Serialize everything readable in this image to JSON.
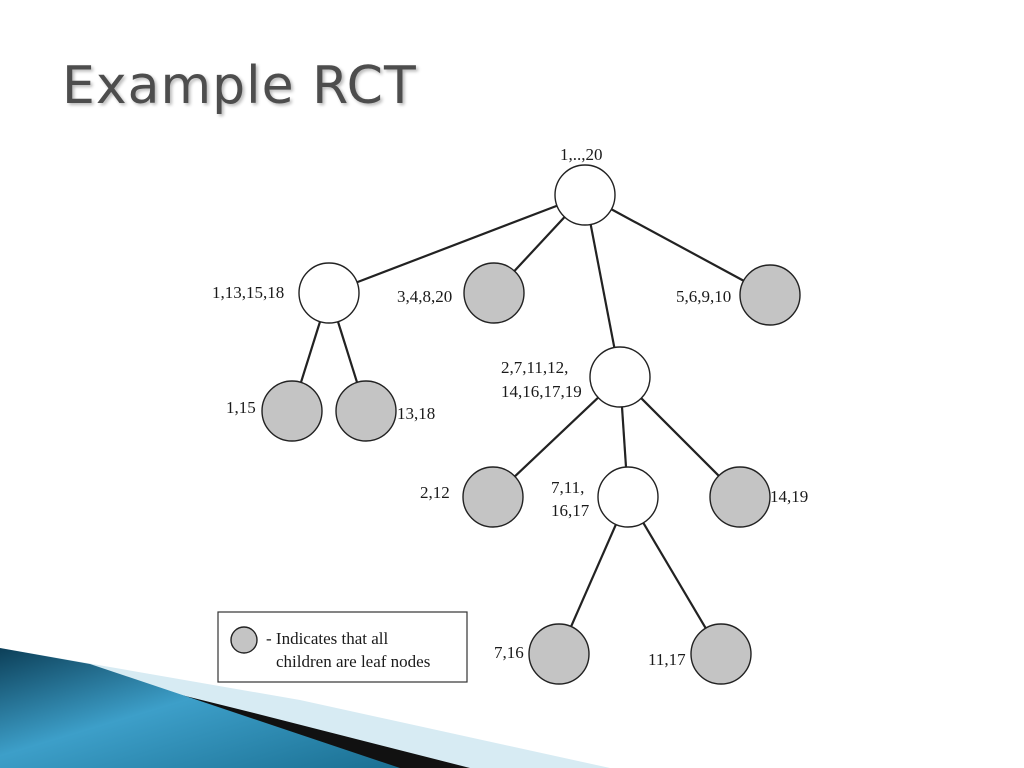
{
  "slide": {
    "title": "Example RCT"
  },
  "tree": {
    "nodes": [
      {
        "id": "root",
        "label": "1,..,20",
        "type": "internal"
      },
      {
        "id": "n1",
        "label": "1,13,15,18",
        "type": "internal"
      },
      {
        "id": "n2",
        "label": "3,4,8,20",
        "type": "leaf-children"
      },
      {
        "id": "n3",
        "label_lines": [
          "2,7,11,12,",
          "14,16,17,19"
        ],
        "type": "internal"
      },
      {
        "id": "n4",
        "label": "5,6,9,10",
        "type": "leaf-children"
      },
      {
        "id": "n1a",
        "label": "1,15",
        "type": "leaf-children"
      },
      {
        "id": "n1b",
        "label": "13,18",
        "type": "leaf-children"
      },
      {
        "id": "n3a",
        "label": "2,12",
        "type": "leaf-children"
      },
      {
        "id": "n3b",
        "label_lines": [
          "7,11,",
          "16,17"
        ],
        "type": "internal"
      },
      {
        "id": "n3c",
        "label": "14,19",
        "type": "leaf-children"
      },
      {
        "id": "n3b1",
        "label": "7,16",
        "type": "leaf-children"
      },
      {
        "id": "n3b2",
        "label": "11,17",
        "type": "leaf-children"
      }
    ],
    "edges": [
      [
        "root",
        "n1"
      ],
      [
        "root",
        "n2"
      ],
      [
        "root",
        "n3"
      ],
      [
        "root",
        "n4"
      ],
      [
        "n1",
        "n1a"
      ],
      [
        "n1",
        "n1b"
      ],
      [
        "n3",
        "n3a"
      ],
      [
        "n3",
        "n3b"
      ],
      [
        "n3",
        "n3c"
      ],
      [
        "n3b",
        "n3b1"
      ],
      [
        "n3b",
        "n3b2"
      ]
    ]
  },
  "legend": {
    "line1": "- Indicates that all",
    "line2": "children are leaf nodes"
  },
  "colors": {
    "leaf_fill": "#c4c4c4",
    "internal_fill": "#ffffff",
    "stroke": "#222222",
    "banner_dark": "#0c3f58",
    "banner_mid": "#3d9fc9",
    "banner_light": "#cfe7f1"
  }
}
